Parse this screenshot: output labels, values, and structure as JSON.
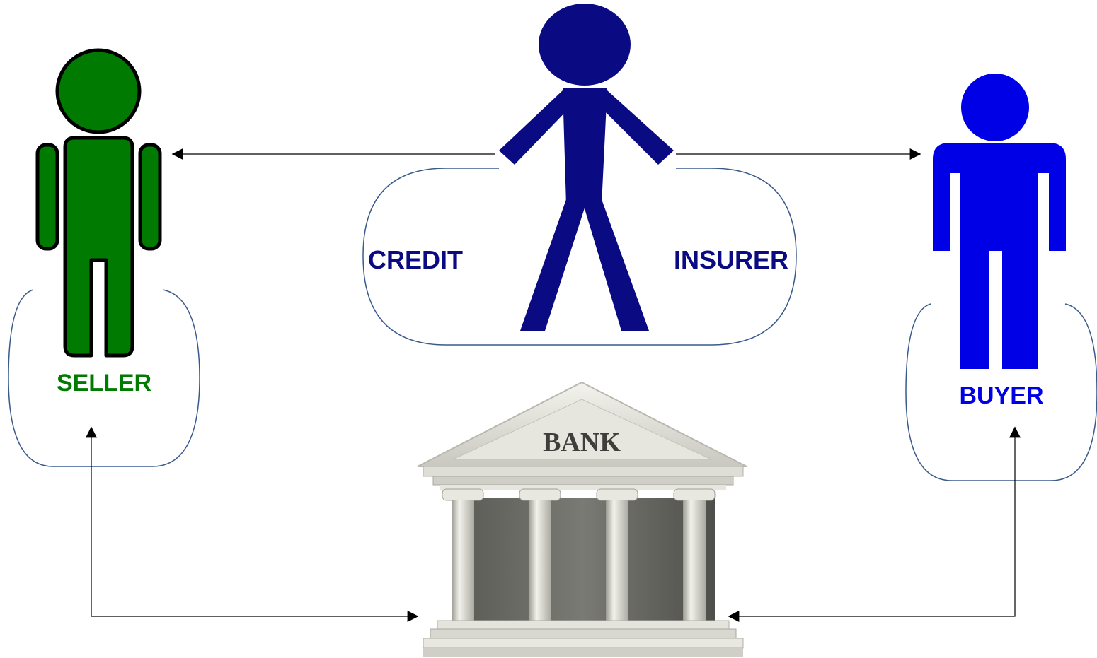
{
  "labels": {
    "seller": "SELLER",
    "buyer": "BUYER",
    "credit": "CREDIT",
    "insurer": "INSURER",
    "bank": "BANK"
  },
  "colors": {
    "seller": "#007a00",
    "buyer": "#0000e6",
    "insurer": "#0a0a82",
    "outline": "#3a5a8c",
    "arrow": "#000000"
  }
}
